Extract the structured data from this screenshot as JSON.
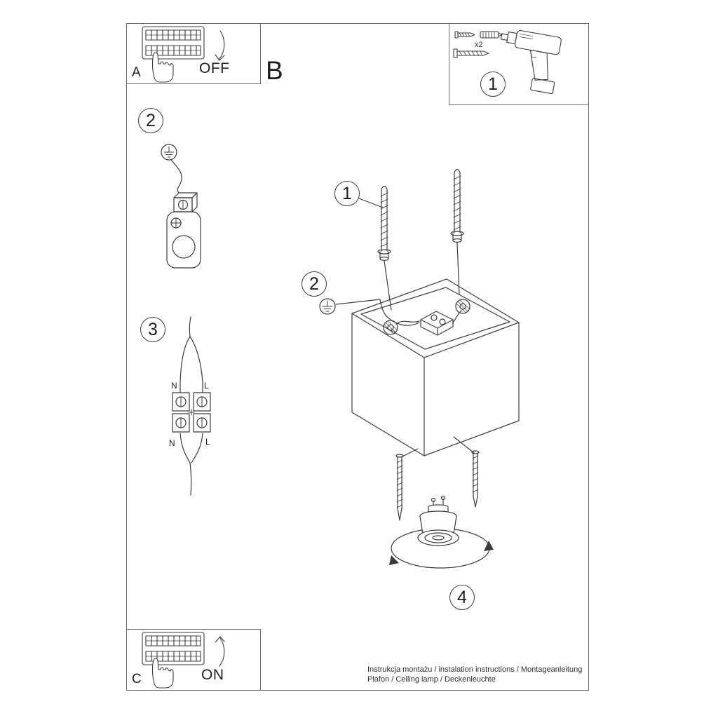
{
  "sheet": {
    "step_a": {
      "label": "A",
      "action": "OFF"
    },
    "step_b_label": "B",
    "step_c": {
      "label": "C",
      "action": "ON"
    },
    "tools": {
      "callout": "1",
      "quantity": "x2"
    },
    "ground_prep_callout": "2",
    "wiring": {
      "callout": "3",
      "top_left": "N",
      "top_right": "L",
      "bottom_left": "N",
      "bottom_right": "L"
    },
    "assembly": {
      "screws_callout": "1",
      "ground_callout": "2",
      "bulb_callout": "4"
    },
    "footer": {
      "line1": "Instrukcja montażu / instalation instructions / Montageanleitung",
      "line2": "Plafon / Ceiling lamp / Deckenleuchte"
    }
  }
}
